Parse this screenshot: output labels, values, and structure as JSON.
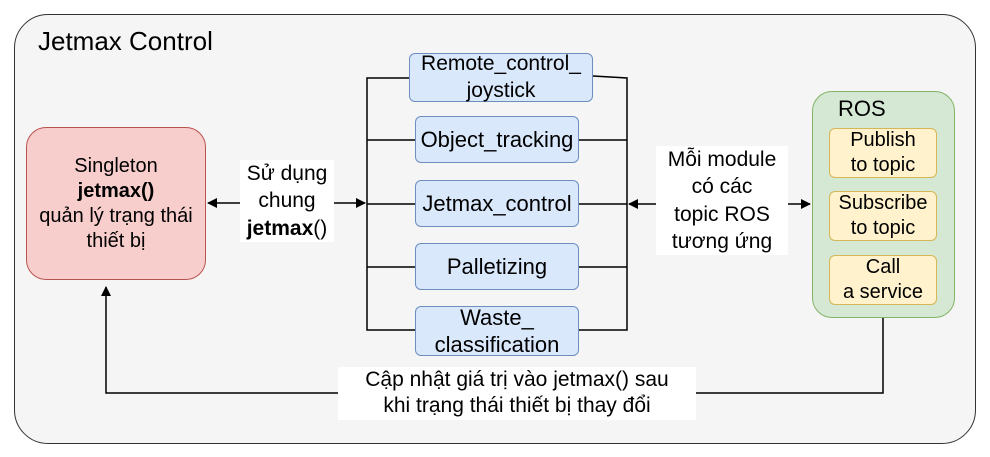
{
  "container_title": "Jetmax Control",
  "singleton": {
    "line1": "Singleton",
    "line2": "jetmax()",
    "line3": "quản lý trạng thái",
    "line4": "thiết bị"
  },
  "shared_label": {
    "line1": "Sử dụng",
    "line2": "chung",
    "bold": "jetmax",
    "suffix": "()"
  },
  "modules": [
    {
      "line1": "Remote_control_",
      "line2": "joystick"
    },
    {
      "line1": "Object_tracking"
    },
    {
      "line1": "Jetmax_control"
    },
    {
      "line1": "Palletizing"
    },
    {
      "line1": "Waste_",
      "line2": "classification"
    }
  ],
  "topic_label": {
    "line1": "Mỗi module",
    "line2": "có các",
    "line3": "topic ROS",
    "line4": "tương ứng"
  },
  "ros": {
    "title": "ROS",
    "items": [
      {
        "line1": "Publish",
        "line2": "to topic"
      },
      {
        "line1": "Subscribe",
        "line2": "to topic"
      },
      {
        "line1": "Call",
        "line2": "a service"
      }
    ]
  },
  "update_label": {
    "line1": "Cập nhật giá trị vào jetmax() sau",
    "line2": "khi trạng thái thiết bị thay đổi"
  },
  "colors": {
    "container_fill": "#f5f5f5",
    "container_stroke": "#333333",
    "singleton_fill": "#f8cecc",
    "singleton_stroke": "#b85450",
    "module_fill": "#dae8fc",
    "module_stroke": "#6c8ebf",
    "ros_fill": "#d5e8d4",
    "ros_stroke": "#82b366",
    "ros_item_fill": "#fff2cc",
    "ros_item_stroke": "#d6b656"
  }
}
